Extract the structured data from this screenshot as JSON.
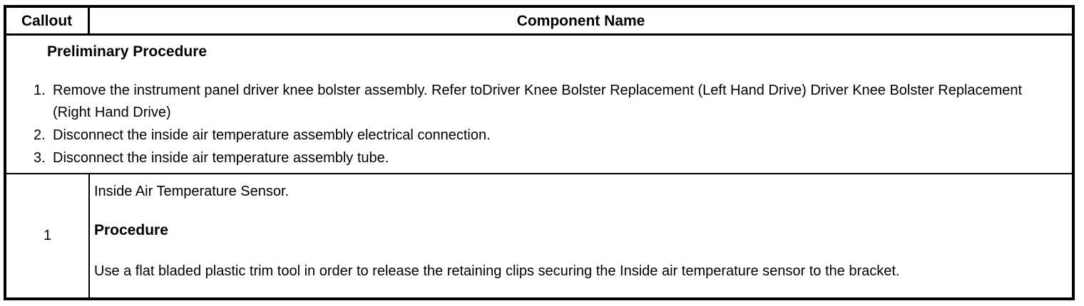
{
  "table": {
    "header": {
      "callout_label": "Callout",
      "component_name_label": "Component Name"
    },
    "preliminary": {
      "title": "Preliminary Procedure",
      "steps": [
        {
          "num": "1.",
          "text": "Remove the instrument panel driver knee bolster assembly. Refer toDriver Knee Bolster Replacement (Left Hand Drive) Driver Knee Bolster Replacement (Right Hand Drive)"
        },
        {
          "num": "2.",
          "text": "Disconnect the inside air temperature assembly electrical connection."
        },
        {
          "num": "3.",
          "text": "Disconnect the inside air temperature assembly tube."
        }
      ]
    },
    "rows": [
      {
        "callout": "1",
        "component_name": "Inside Air Temperature Sensor.",
        "procedure_title": "Procedure",
        "procedure_text": "Use a flat bladed plastic trim tool in order to release the retaining clips securing the Inside air temperature sensor to the bracket."
      }
    ]
  }
}
